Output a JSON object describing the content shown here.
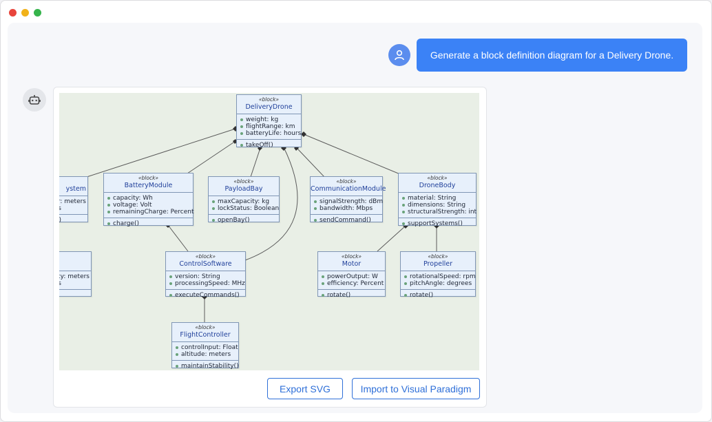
{
  "window": {
    "controls": [
      {
        "name": "close",
        "color": "#e8453c"
      },
      {
        "name": "minimize",
        "color": "#f1b21a"
      },
      {
        "name": "maximize",
        "color": "#36b44c"
      }
    ]
  },
  "chat": {
    "user_message": "Generate a block definition diagram for a Delivery Drone.",
    "user_icon": "user-icon",
    "bot_icon": "robot-icon"
  },
  "diagram": {
    "stereotype": "«block»",
    "blocks": [
      {
        "id": "deliverydrone",
        "name": "DeliveryDrone",
        "attributes": [
          "weight: kg",
          "flightRange: km",
          "batteryLife: hours"
        ],
        "operations": [
          "takeOff()"
        ]
      },
      {
        "id": "navigation-partial",
        "name": "ystem",
        "attributes": [
          "r: meters",
          "rs"
        ],
        "operations": [
          ")"
        ]
      },
      {
        "id": "batterymodule",
        "name": "BatteryModule",
        "attributes": [
          "capacity: Wh",
          "voltage: Volt",
          "remainingCharge: Percent"
        ],
        "operations": [
          "charge()"
        ]
      },
      {
        "id": "payloadbay",
        "name": "PayloadBay",
        "attributes": [
          "maxCapacity: kg",
          "lockStatus: Boolean"
        ],
        "operations": [
          "openBay()"
        ]
      },
      {
        "id": "communicationmodule",
        "name": "CommunicationModule",
        "attributes": [
          "signalStrength: dBm",
          "bandwidth: Mbps"
        ],
        "operations": [
          "sendCommand()"
        ]
      },
      {
        "id": "dronebody",
        "name": "DroneBody",
        "attributes": [
          "material: String",
          "dimensions: String",
          "structuralStrength: int"
        ],
        "operations": [
          "supportSystems()"
        ]
      },
      {
        "id": "sensor-partial",
        "name": "",
        "attributes": [
          "acy: meters",
          "s"
        ],
        "operations": [
          ""
        ]
      },
      {
        "id": "controlsoftware",
        "name": "ControlSoftware",
        "attributes": [
          "version: String",
          "processingSpeed: MHz"
        ],
        "operations": [
          "executeCommands()"
        ]
      },
      {
        "id": "motor",
        "name": "Motor",
        "attributes": [
          "powerOutput: W",
          "efficiency: Percent"
        ],
        "operations": [
          "rotate()"
        ]
      },
      {
        "id": "propeller",
        "name": "Propeller",
        "attributes": [
          "rotationalSpeed: rpm",
          "pitchAngle: degrees"
        ],
        "operations": [
          "rotate()"
        ]
      },
      {
        "id": "flightcontroller",
        "name": "FlightController",
        "attributes": [
          "controlInput: Float",
          "altitude: meters"
        ],
        "operations": [
          "maintainStability()"
        ]
      }
    ]
  },
  "actions": {
    "export_svg": "Export SVG",
    "import_vp": "Import to Visual Paradigm"
  }
}
